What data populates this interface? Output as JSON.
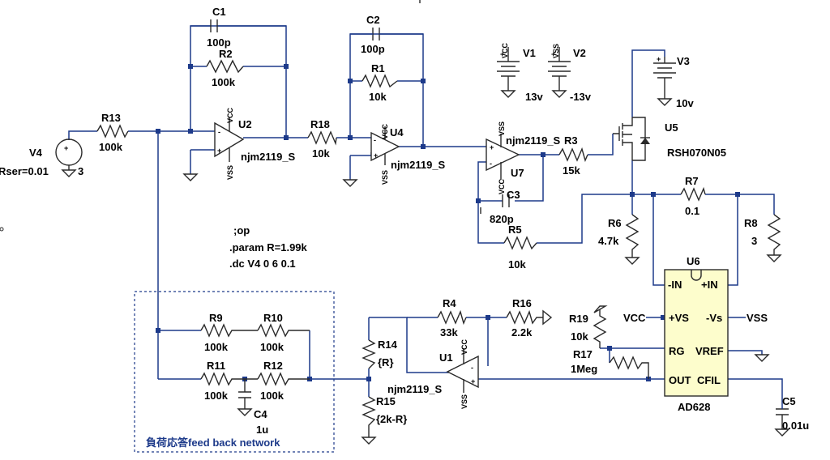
{
  "components": {
    "C1": {
      "ref": "C1",
      "value": "100p"
    },
    "R2": {
      "ref": "R2",
      "value": "100k"
    },
    "C2": {
      "ref": "C2",
      "value": "100p"
    },
    "R1": {
      "ref": "R1",
      "value": "10k"
    },
    "R13": {
      "ref": "R13",
      "value": "100k"
    },
    "R18": {
      "ref": "R18",
      "value": "10k"
    },
    "R3": {
      "ref": "R3",
      "value": "15k"
    },
    "C3": {
      "ref": "C3",
      "value": "820p"
    },
    "R5": {
      "ref": "R5",
      "value": "10k"
    },
    "R6": {
      "ref": "R6",
      "value": "4.7k"
    },
    "R7": {
      "ref": "R7",
      "value": "0.1"
    },
    "R8": {
      "ref": "R8",
      "value": "3"
    },
    "R4": {
      "ref": "R4",
      "value": "33k"
    },
    "R16": {
      "ref": "R16",
      "value": "2.2k"
    },
    "R19": {
      "ref": "R19",
      "value": "10k"
    },
    "R17": {
      "ref": "R17",
      "value": "1Meg"
    },
    "R14": {
      "ref": "R14",
      "value": "{R}"
    },
    "R15": {
      "ref": "R15",
      "value": "{2k-R}"
    },
    "R9": {
      "ref": "R9",
      "value": "100k"
    },
    "R10": {
      "ref": "R10",
      "value": "100k"
    },
    "R11": {
      "ref": "R11",
      "value": "100k"
    },
    "R12": {
      "ref": "R12",
      "value": "100k"
    },
    "C4": {
      "ref": "C4",
      "value": "1u"
    },
    "C5": {
      "ref": "C5",
      "value": "0.01u"
    },
    "V1": {
      "ref": "V1",
      "value": "13v",
      "net": "VCC"
    },
    "V2": {
      "ref": "V2",
      "value": "-13v",
      "net": "VSS"
    },
    "V3": {
      "ref": "V3",
      "value": "10v"
    },
    "V4": {
      "ref": "V4",
      "value": "3",
      "param": "Rser=0.01"
    },
    "U2": {
      "ref": "U2",
      "model": "njm2119_S"
    },
    "U4": {
      "ref": "U4",
      "model": "njm2119_S"
    },
    "U7": {
      "ref": "U7",
      "model": "njm2119_S"
    },
    "U1": {
      "ref": "U1",
      "model": "njm2119_S"
    },
    "U5": {
      "ref": "U5",
      "model": "RSH070N05"
    },
    "U6": {
      "ref": "U6",
      "model": "AD628",
      "pins": {
        "inm": "-IN",
        "inp": "+IN",
        "vs_pos": "+VS",
        "vs_neg": "-Vs",
        "rg": "RG",
        "vref": "VREF",
        "out": "OUT",
        "cfil": "CFIL"
      }
    }
  },
  "power_labels": {
    "vcc": "VCC",
    "vss": "VSS"
  },
  "directives": [
    ";op",
    ".param R=1.99k",
    ".dc V4 0 6 0.1"
  ],
  "feedback_box_label": "負荷応答feed back network"
}
